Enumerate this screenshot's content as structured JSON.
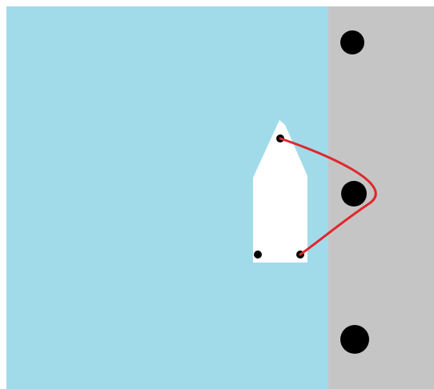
{
  "colors": {
    "water": "#A1DBE9",
    "dock": "#C5C5C5",
    "boat": "#FFFFFF",
    "bollard": "#000000",
    "rope": "#E0272D",
    "background": "#FFFFFF"
  },
  "icons": {
    "dock_bollards": [
      "bollard-icon",
      "bollard-icon",
      "bollard-icon"
    ],
    "boat_cleats": [
      "cleat-icon",
      "cleat-icon",
      "cleat-icon"
    ]
  },
  "rope": {
    "tied_from": "bow-cleat",
    "around": "middle-bollard",
    "tied_to": "stern-starboard-cleat"
  }
}
